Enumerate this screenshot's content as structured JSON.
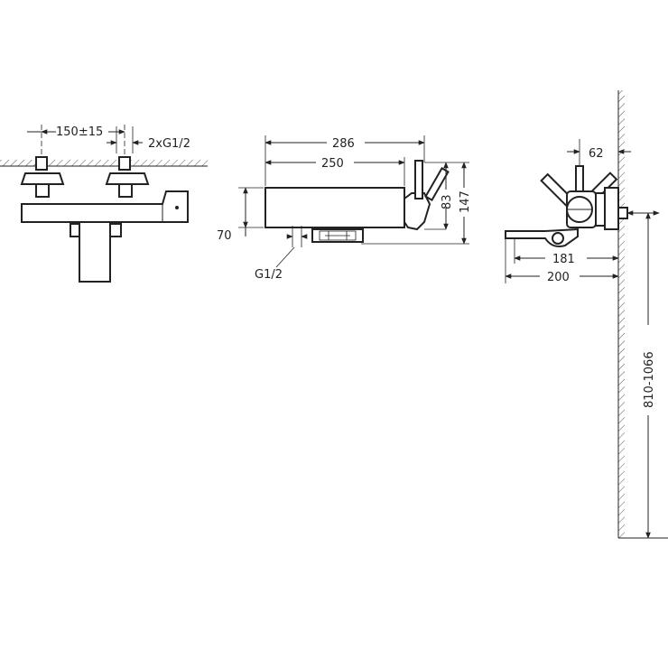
{
  "front_view": {
    "dim_centers": "150±15",
    "dim_inlets": "2xG1/2"
  },
  "top_view": {
    "dim_overall_width": "286",
    "dim_body_width": "250",
    "dim_body_height": "70",
    "dim_lever_height": "83",
    "dim_total_height": "147",
    "label_thread": "G1/2"
  },
  "side_view": {
    "dim_lever_offset": "62",
    "dim_spout_181": "181",
    "dim_spout_200": "200",
    "dim_mount_height": "810-1066"
  }
}
